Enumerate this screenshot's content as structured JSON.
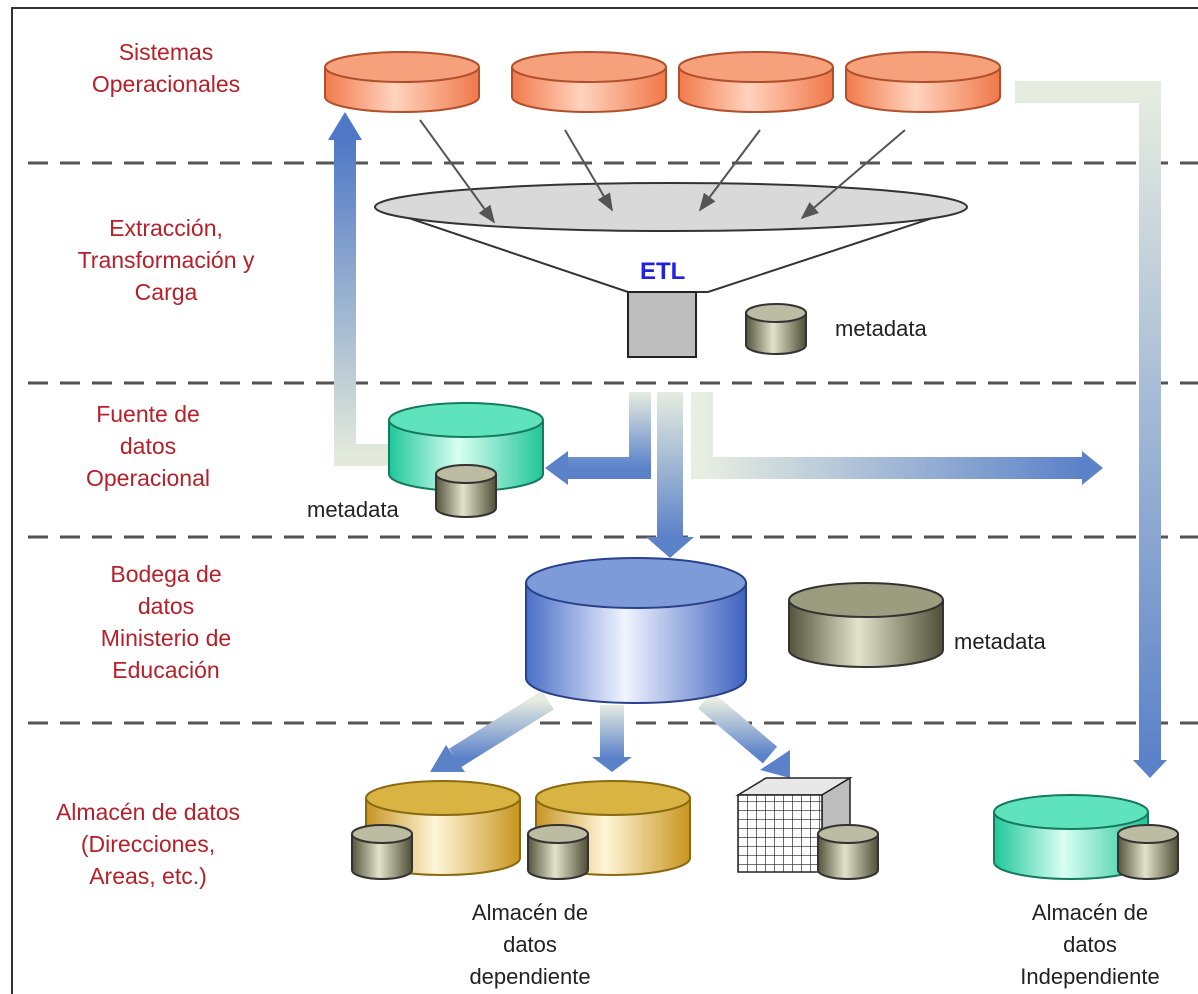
{
  "layers": [
    {
      "id": "sources",
      "label": "Sistemas\nOperacionales"
    },
    {
      "id": "etl",
      "label": "Extracción,\nTransformación y\nCarga"
    },
    {
      "id": "ods",
      "label": "Fuente de\ndatos\nOperacional"
    },
    {
      "id": "warehouse",
      "label": "Bodega de\ndatos\nMinisterio de\nEducación"
    },
    {
      "id": "marts",
      "label": "Almacén de datos\n(Direcciones,\nAreas, etc.)"
    }
  ],
  "etl_label": "ETL",
  "metadata_label": "metadata",
  "captions": {
    "dependent_mart": "Almacén de\ndatos\ndependiente",
    "independent_mart": "Almacén de\ndatos\nIndependiente"
  },
  "colors": {
    "layer_text": "#b5202a",
    "etl_text": "#2222dd",
    "source_db": "#f4936a",
    "ods_db": "#2fd1a6",
    "warehouse_db": "#5a7fd0",
    "mart_db": "#d4a52a",
    "metadata_db": "#7f7f62",
    "flow_arrow": "#5b82c9",
    "divider": "#555555"
  }
}
